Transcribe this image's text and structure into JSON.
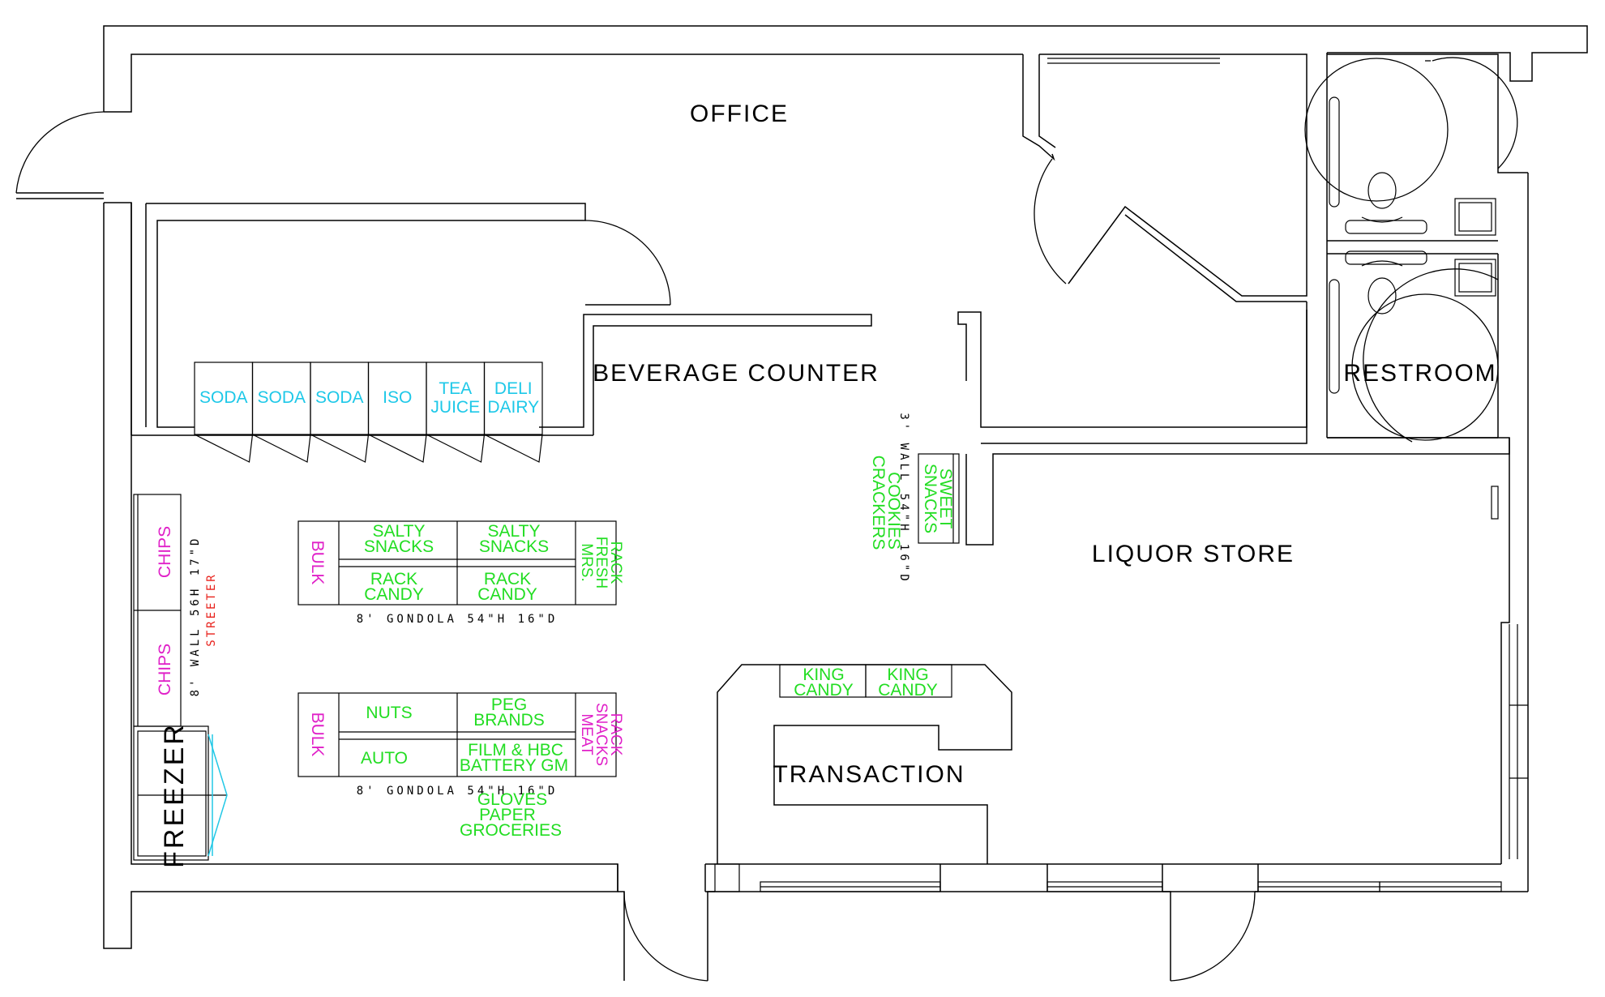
{
  "rooms": {
    "office": "OFFICE",
    "beverage_counter": "BEVERAGE COUNTER",
    "restroom": "RESTROOM",
    "liquor_store": "LIQUOR STORE",
    "transaction": "TRANSACTION"
  },
  "coolers": [
    {
      "line1": "SODA",
      "line2": ""
    },
    {
      "line1": "SODA",
      "line2": ""
    },
    {
      "line1": "SODA",
      "line2": ""
    },
    {
      "line1": "ISO",
      "line2": ""
    },
    {
      "line1": "TEA",
      "line2": "JUICE"
    },
    {
      "line1": "DELI",
      "line2": "DAIRY"
    }
  ],
  "gondola1": {
    "end_left": "BULK",
    "top_left": [
      "SALTY",
      "SNACKS"
    ],
    "top_right": [
      "SALTY",
      "SNACKS"
    ],
    "bottom_left": [
      "RACK",
      "CANDY"
    ],
    "bottom_right": [
      "RACK",
      "CANDY"
    ],
    "end_right": [
      "MRS.",
      "FRESH",
      "RACK"
    ],
    "dimension": "8' GONDOLA 54\"H 16\"D"
  },
  "gondola2": {
    "end_left": "BULK",
    "top_left": "NUTS",
    "top_right": [
      "PEG",
      "BRANDS"
    ],
    "bottom_left": "AUTO",
    "bottom_right": [
      "FILM & HBC",
      "BATTERY GM"
    ],
    "end_right": [
      "MEAT",
      "SNACKS",
      "RACK"
    ],
    "dimension": "8' GONDOLA 54\"H 16\"D",
    "below": [
      "GLOVES",
      "PAPER",
      "GROCERIES"
    ]
  },
  "left_wall": {
    "chips_top": "CHIPS",
    "chips_bottom": "CHIPS",
    "dimension": "8' WALL 56H 17\"D",
    "brand": "STREETER",
    "freezer": "FREEZER"
  },
  "center_wall": {
    "dimension": "3' WALL 54\"H 16\"D",
    "line1": "COOKIES",
    "line2": "CRACKERS",
    "sweet": [
      "SWEET",
      "SNACKS"
    ]
  },
  "counter": {
    "king_candy_1": [
      "KING",
      "CANDY"
    ],
    "king_candy_2": [
      "KING",
      "CANDY"
    ]
  },
  "colors": {
    "green": "#22dd22",
    "magenta": "#e020c8",
    "cyan": "#1ec8e8",
    "red": "#e8201a",
    "line": "#000000"
  }
}
